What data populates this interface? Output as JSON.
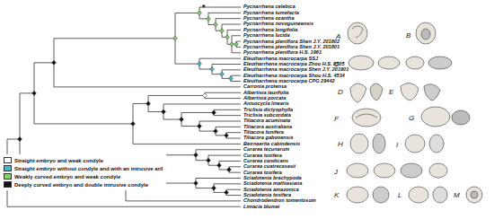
{
  "diagram": {
    "labels": [
      "Pycnarrhena celebica",
      "Pycnarrhena tumefacta",
      "Pycnarrhena ozantha",
      "Pycnarrhena novoguineensis",
      "Pycnarrhena longifolia",
      "Pycnarrhena lucida",
      "Pycnarrhena pleniflora Shen J.Y. 201802",
      "Pycnarrhena pleniflora Shen J.Y. 201801",
      "Pycnarrhena pleniflora H.S. 1961",
      "Eleutharrhena macrocarpa SSJ",
      "Eleutharrhena macrocarpa Zhou H.S. 8505",
      "Eleutharrhena macrocarpa Shen J.Y. 201901",
      "Eleutharrhena macrocarpa Shou H.S. 4534",
      "Eleutharrhena macrocarpa CPG 29442",
      "Carronia protensa",
      "Albertisia laurifolia",
      "Albertisia porcata",
      "Anisocycla linearis",
      "Triclisia dictyophylla",
      "Triclisia subcordata",
      "Tiliacora acuminata",
      "Tiliacora australiana",
      "Tiliacora funifera",
      "Tiliacora gabonensis",
      "Beirnaertia cabindensis",
      "Curarea tecunarum",
      "Curarea toxifera",
      "Curarea candicans",
      "Curarea cuatrecasasii",
      "Curarea toxifera",
      "Sciadotenia brachypoda",
      "Sciadotenia mathiasiana",
      "Sciadotenia amazonica",
      "Sciadotenia toxifera",
      "Chondrodendron tomentosum",
      "Limacia blumei",
      "*",
      "*",
      "A",
      "B",
      "C",
      "D",
      "E",
      "F",
      "G",
      "H",
      "I",
      "J",
      "K",
      "L",
      "M"
    ],
    "legend": [
      {
        "text": "Straight embryo and weak condyle",
        "color": "#ffffff"
      },
      {
        "text": "Straight embryo without condyle and with an intrusive aril",
        "color": "#39c0d5"
      },
      {
        "text": "Weakly curved embryo and weak condyle",
        "color": "#84d46a"
      },
      {
        "text": "Deeply curved embryo and double intrusive condyle",
        "color": "#111111"
      }
    ]
  }
}
